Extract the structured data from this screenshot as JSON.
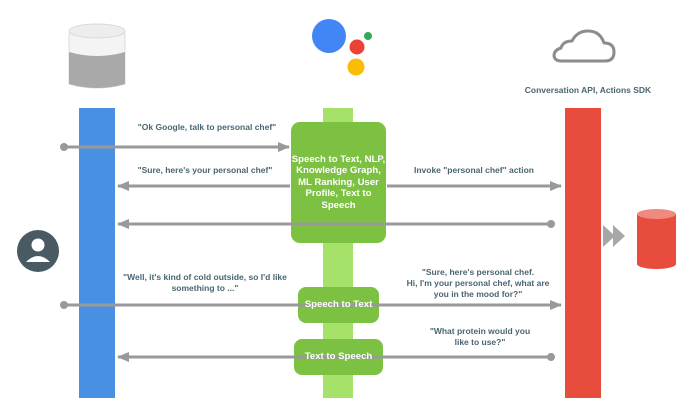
{
  "colors": {
    "device_lane": "#4a90e2",
    "cloud_lane": "#e74c3c",
    "assistant_box": "#7cc142",
    "assistant_lane": "#a6e16a",
    "arrow": "#999999",
    "label": "#4a6572",
    "assistant_blue": "#4285f4",
    "assistant_red": "#ea4335",
    "assistant_yellow": "#fbbc05",
    "assistant_green": "#34a853"
  },
  "icons": {
    "device": "google-home-speaker-icon",
    "assistant": "google-assistant-dots-icon",
    "cloud": "cloud-icon",
    "user": "user-avatar-icon",
    "database": "database-icon"
  },
  "cloud_label": "Conversation API, Actions SDK",
  "boxes": {
    "main": [
      "Speech to Text, NLP,",
      "Knowledge Graph,",
      "ML Ranking, User",
      "Profile, Text to",
      "Speech"
    ],
    "stt": "Speech to Text",
    "tts": "Text to Speech"
  },
  "messages": {
    "m1": "\"Ok Google, talk to personal chef\"",
    "m2": "\"Sure, here's your personal chef\"",
    "m3": "Invoke \"personal chef\" action",
    "m4": [
      "\"Well, it's kind of cold outside, so I'd like",
      "something to ...\""
    ],
    "m5": [
      "\"Sure, here's personal chef.",
      "Hi, I'm your personal chef, what are",
      "you in the mood for?\""
    ],
    "m6": [
      "\"What protein would you",
      "like to use?\""
    ]
  }
}
